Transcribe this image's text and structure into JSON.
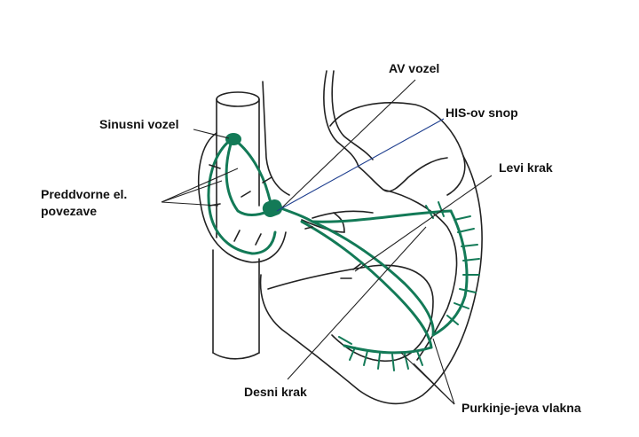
{
  "labels": {
    "sinusni_vozel": "Sinusni vozel",
    "preddvorne_line1": "Preddvorne el.",
    "preddvorne_line2": "povezave",
    "av_vozel": "AV vozel",
    "his_snop": "HIS-ov snop",
    "levi_krak": "Levi krak",
    "desni_krak": "Desni krak",
    "purkinje": "Purkinje-jeva vlakna"
  },
  "colors": {
    "conduction": "#137a57",
    "outline": "#222222",
    "pointer": "#222222",
    "his_pointer": "#1f3f8f"
  }
}
